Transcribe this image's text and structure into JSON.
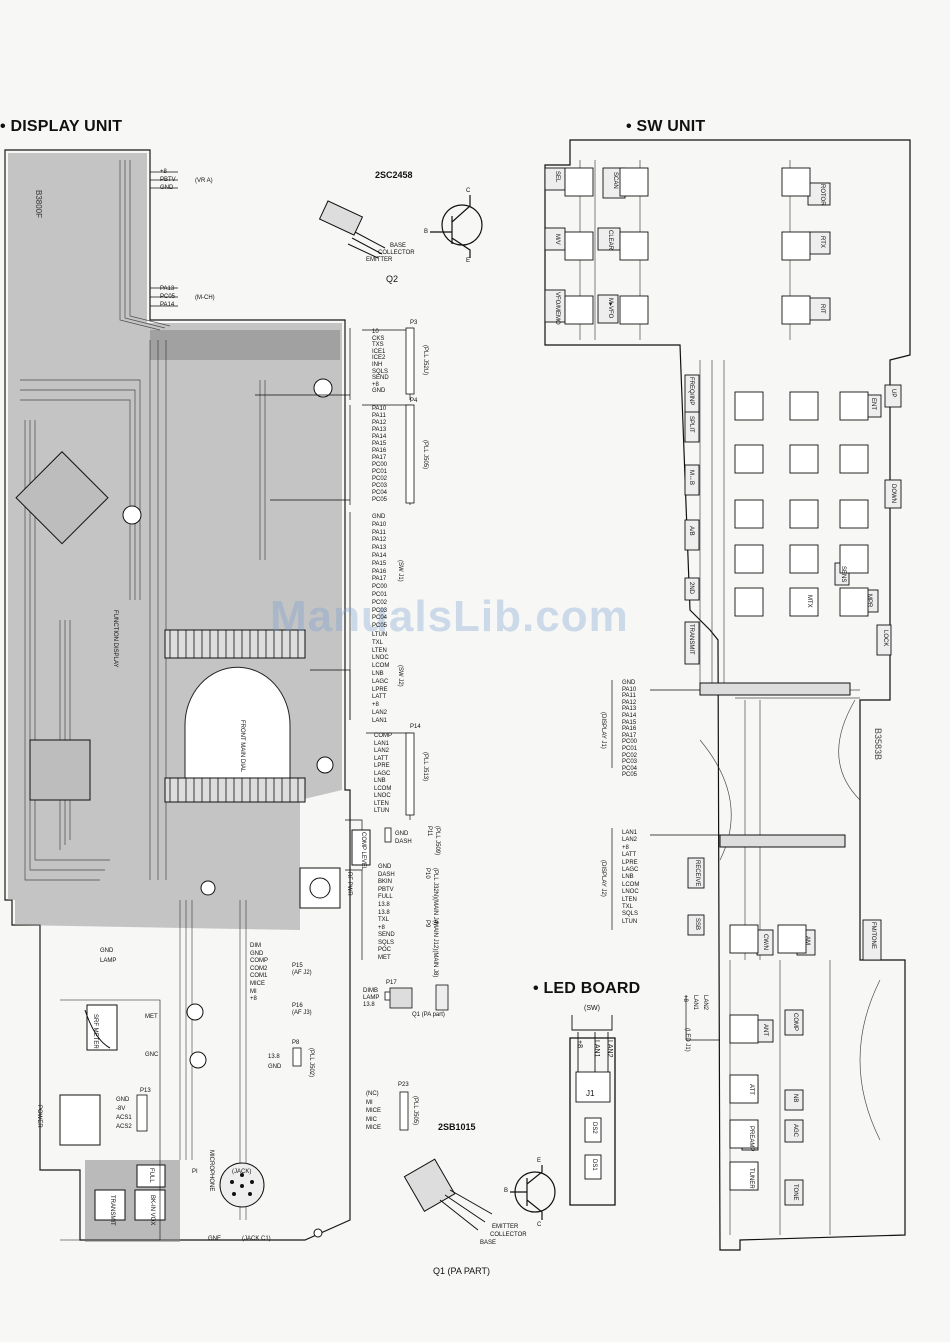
{
  "sections": {
    "display_unit": "• DISPLAY UNIT",
    "sw_unit": "• SW UNIT",
    "led_board": "• LED BOARD"
  },
  "transistors": {
    "q2": {
      "part": "2SC2458",
      "label": "Q2",
      "pins": [
        "BASE",
        "COLLECTOR",
        "EMITTER"
      ],
      "symbol_pins": [
        "C",
        "B",
        "E"
      ]
    },
    "q1": {
      "part": "2SB1015",
      "label": "Q1 (PA PART)",
      "pins": [
        "BASE",
        "COLLECTOR",
        "EMITTER"
      ],
      "symbol_pins": [
        "E",
        "B",
        "C"
      ]
    }
  },
  "watermark": "ManualsLib.com",
  "display_unit": {
    "board_id": "B3800F",
    "top_conn_a": {
      "pins": [
        "+8",
        "PBTV",
        "GND"
      ],
      "dest": "(VR A)"
    },
    "top_conn_b": {
      "pins": [
        "PA13",
        "PC05",
        "PA14"
      ],
      "dest": "(M-CH)"
    },
    "p3": {
      "name": "P3",
      "pins": [
        "10",
        "CKS",
        "TXS",
        "ICE1",
        "ICE2",
        "INH",
        "SQLS",
        "SEND",
        "+8",
        "GND"
      ],
      "dest": "(PLL J52U)"
    },
    "p4": {
      "name": "P4",
      "pins": [
        "PA10",
        "PA11",
        "PA12",
        "PA13",
        "PA14",
        "PA15",
        "PA16",
        "PA17",
        "PC00",
        "PC01",
        "PC02",
        "PC03",
        "PC04",
        "PC05"
      ],
      "dest": "(PLL J505)"
    },
    "sw_j1": {
      "pins": [
        "GND",
        "PA10",
        "PA11",
        "PA12",
        "PA13",
        "PA14",
        "PA15",
        "PA16",
        "PA17",
        "PC00",
        "PC01",
        "PC02",
        "PC03",
        "PC04",
        "PC05"
      ],
      "dest": "(SW J1)"
    },
    "sw_j2": {
      "pins": [
        "LTUN",
        "TXL",
        "LTEN",
        "LNOC",
        "LCOM",
        "LNB",
        "LAGC",
        "LPRE",
        "LATT",
        "+8",
        "LAN2",
        "LAN1"
      ],
      "dest": "(SW J2)"
    },
    "p14": {
      "name": "P14",
      "pins": [
        "COMP",
        "LAN1",
        "LAN2",
        "LATT",
        "LPRE",
        "LAGC",
        "LNB",
        "LCOM",
        "LNOC",
        "LTEN",
        "LTUN"
      ],
      "dest": "(PLL J513)"
    },
    "p11": {
      "name": "P11",
      "pins": [
        "GND",
        "DASH"
      ],
      "dest": "(PLL J509)"
    },
    "p10": {
      "pins": [
        "GND",
        "DASH",
        "BKIN",
        "PBTV",
        "FULL",
        "13.8",
        "13.8"
      ],
      "name": "P10",
      "dest": "(PLL J32N)(MAIN J4)"
    },
    "p9": {
      "pins": [
        "TXL",
        "+8",
        "SEND",
        "SQLS",
        "POC",
        "MET"
      ],
      "name": "P9",
      "dest": "(MAIN J12)(MAIN J8)"
    },
    "p15": {
      "pins": [
        "DIM",
        "GND",
        "COMP",
        "COM2",
        "COM1",
        "MICE",
        "MI",
        "+8"
      ],
      "name": "P15",
      "dest": "(AF J2)"
    },
    "p16": {
      "name": "P16",
      "dest": "(AF J3)"
    },
    "p17": {
      "name": "P17",
      "pins": [
        "DIMB",
        "LAMP",
        "13.8"
      ]
    },
    "p8": {
      "name": "P8",
      "pins": [
        "13.8",
        "GND"
      ],
      "dest": "(PLL J502)"
    },
    "p23": {
      "name": "P23",
      "pins": [
        "(NC)",
        "MI",
        "MICE",
        "MIC",
        "MICE"
      ],
      "dest": "(PLL J505)"
    },
    "p13": {
      "name": "P13",
      "pins": [
        "GND",
        "-8V",
        "ACS1",
        "ACS2"
      ]
    },
    "lamp_pins": [
      "GND",
      "LAMP"
    ],
    "meter_pins": [
      "MET",
      "GNC"
    ],
    "mic_pins": [
      "PI",
      "(JACK)",
      "GNE",
      "(JACK C1)"
    ],
    "labels": {
      "function_display": "FUNCTION DISPLAY",
      "front_dial": "FRONT MAIN DIAL",
      "srf_meter": "SRF METER",
      "power": "POWER",
      "transmit": "TRANSMIT",
      "bkin_vox": "BK-IN VOX",
      "full": "FULL",
      "microphone": "MICROPHONE",
      "comp_level": "COMP LEVEL",
      "rf_pwr": "RF PWR",
      "q1_pa": "Q1 (PA part)"
    }
  },
  "sw_unit": {
    "board_id": "B3583B",
    "keys_top": [
      "SEL",
      "SCAN",
      "ROTOR",
      "M/V",
      "CLEAR",
      "RTX",
      "VFO/MEMO",
      "M▸VFO",
      "RIT"
    ],
    "keys_mid": [
      "FREQ/INP",
      "ENT",
      "UP",
      "SPLIT",
      "M↔B",
      "A/B",
      "DOWN",
      "2ND",
      "MTX",
      "SENS",
      "MPR",
      "LOCK",
      "TRANSMIT"
    ],
    "keys_low": [
      "RECEIVE",
      "SSB",
      "CW/N",
      "AM",
      "FM/TONE",
      "ANT",
      "COMP",
      "ATT",
      "NB",
      "PREAMP",
      "AGC",
      "TUNER",
      "TONE"
    ],
    "display_j1": {
      "pins": [
        "GND",
        "PA10",
        "PA11",
        "PA12",
        "PA13",
        "PA14",
        "PA15",
        "PA16",
        "PA17",
        "PC00",
        "PC01",
        "PC02",
        "PC03",
        "PC04",
        "PC05"
      ],
      "dest": "(DISPLAY J1)"
    },
    "display_j2": {
      "pins": [
        "LAN1",
        "LAN2",
        "+8",
        "LATT",
        "LPRE",
        "LAGC",
        "LNB",
        "LCOM",
        "LNOC",
        "LTEN",
        "TXL",
        "SQLS",
        "LTUN"
      ],
      "dest": "(DISPLAY J2)"
    },
    "led_j1": {
      "pins": [
        "+8",
        "LAN1",
        "LAN2"
      ],
      "dest": "(LED J1)"
    }
  },
  "led_board": {
    "dest": "(SW)",
    "pins": [
      "+8",
      "LAN1",
      "LAN2"
    ],
    "conn": "J1",
    "leds": [
      "DS2",
      "DS1"
    ]
  }
}
